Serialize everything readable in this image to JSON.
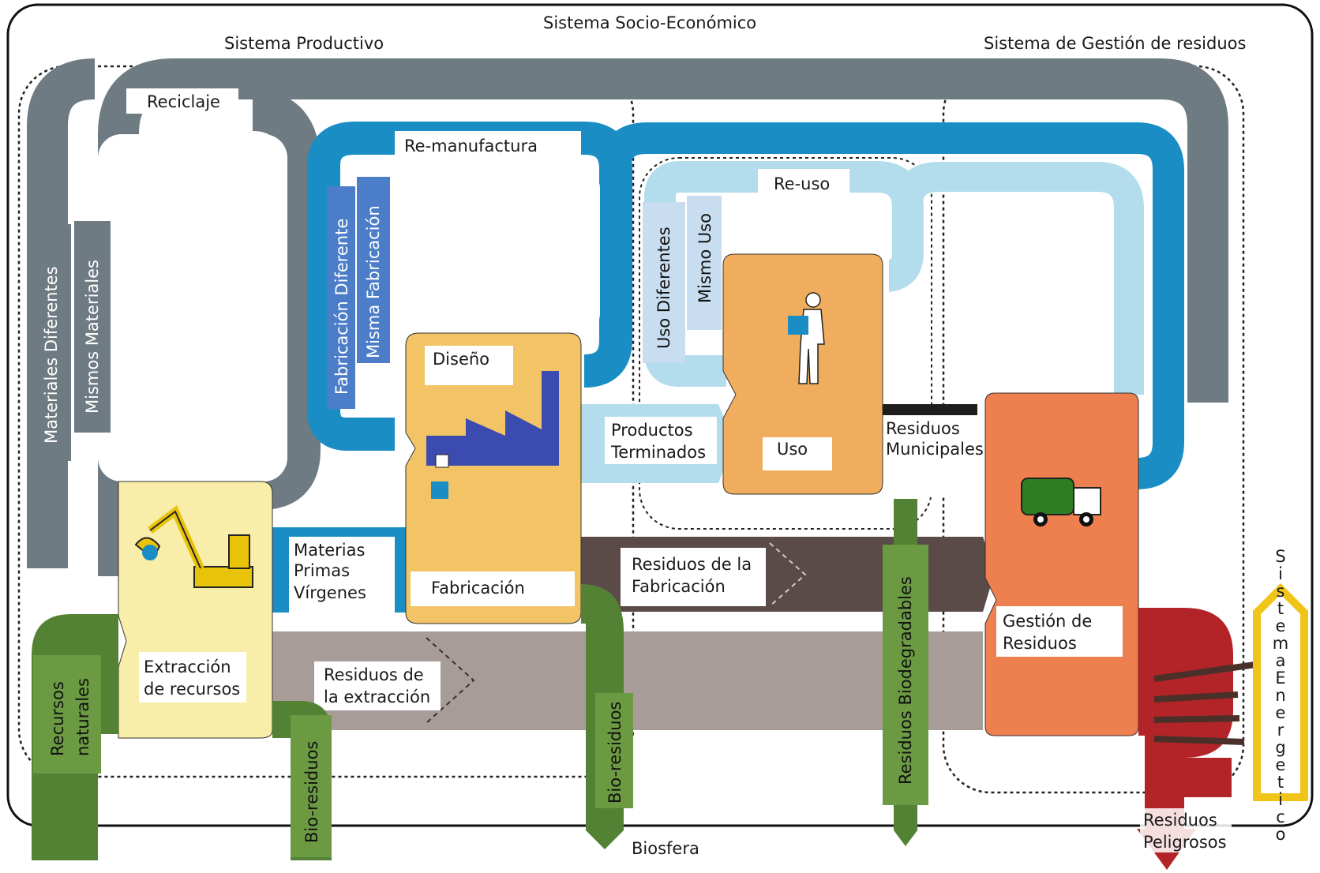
{
  "systems": {
    "socio_economico": "Sistema Socio-Económico",
    "productivo": "Sistema Productivo",
    "gestion_residuos": "Sistema de Gestión de residuos",
    "biosfera": "Biosfera"
  },
  "loops": {
    "reciclaje": "Reciclaje",
    "remanufactura": "Re-manufactura",
    "reuso": "Re-uso"
  },
  "vertical_labels": {
    "materiales_diferentes": "Materiales Diferentes",
    "mismos_materiales": "Mismos Materiales",
    "fabricacion_diferente": "Fabricación Diferente",
    "misma_fabricacion": "Misma Fabricación",
    "uso_diferentes": "Uso Diferentes",
    "mismo_uso": "Mismo Uso",
    "recursos_naturales_1": "Recursos",
    "recursos_naturales_2": "naturales",
    "bio_residuos_1": "Bio-residuos",
    "bio_residuos_2": "Bio-residuos",
    "residuos_biodegradables": "Residuos Biodegradables",
    "sistema_energetico": "SistemaEnergetico"
  },
  "stages": {
    "extraccion_1": "Extracción",
    "extraccion_2": "de recursos",
    "diseno": "Diseño",
    "fabricacion": "Fabricación",
    "uso": "Uso",
    "gestion_1": "Gestión de",
    "gestion_2": "Residuos"
  },
  "flows": {
    "materias_1": "Materias",
    "materias_2": "Primas",
    "materias_3": "Vírgenes",
    "productos_1": "Productos",
    "productos_2": "Terminados",
    "res_municipales_1": "Residuos",
    "res_municipales_2": "Municipales",
    "res_fabricacion_1": "Residuos de la",
    "res_fabricacion_2": "Fabricación",
    "res_extraccion_1": "Residuos de",
    "res_extraccion_2": "la extracción",
    "res_peligrosos_1": "Residuos",
    "res_peligrosos_2": "Peligrosos"
  },
  "colors": {
    "gray_loop": "#6e7b82",
    "blue_loop": "#1a8ec4",
    "light_blue_loop": "#b3dded",
    "extraction_box": "#f9edaa",
    "fabrication_box": "#f2c466",
    "use_box": "#f1ad5e",
    "waste_box": "#ee7f4e",
    "green_bio": "#548235",
    "dark_brown": "#5a4a48",
    "mauve": "#a89c99",
    "red_hazard": "#b22427",
    "energy_yellow": "#f0c419",
    "factory_blue": "#3b4bb0"
  }
}
